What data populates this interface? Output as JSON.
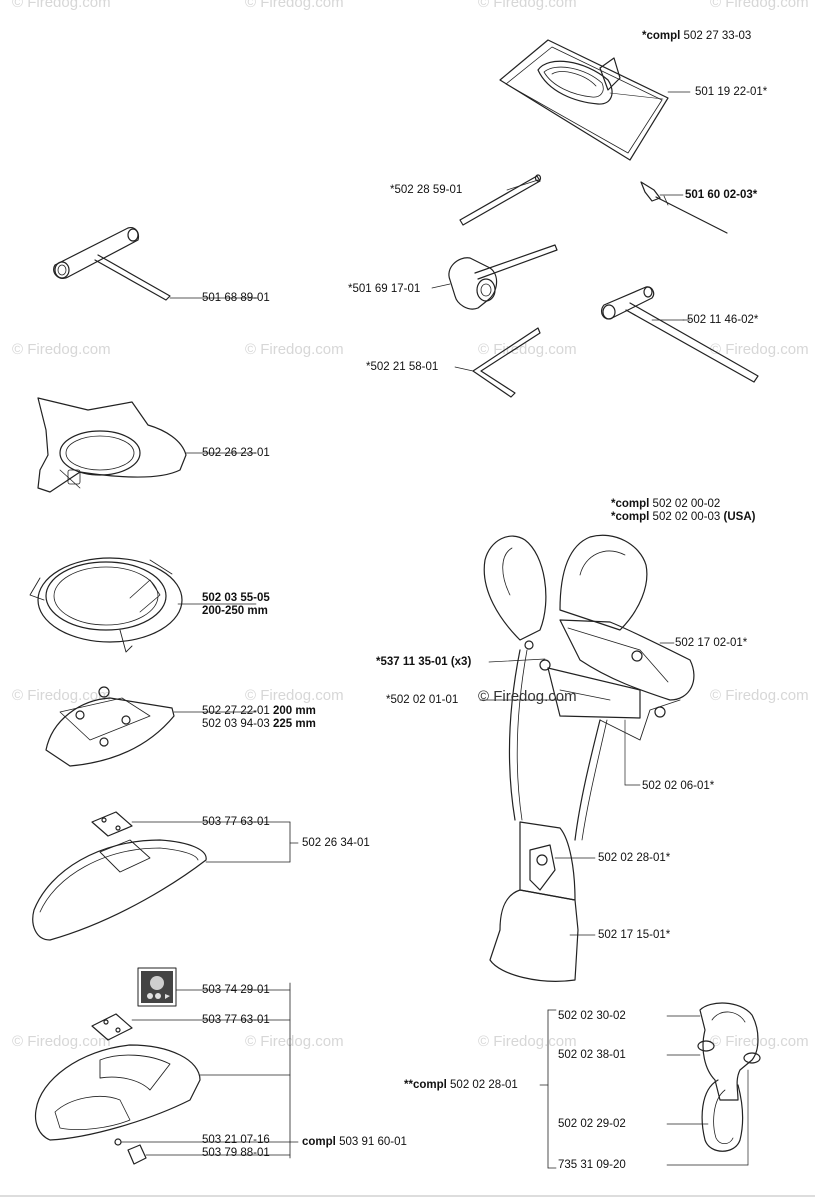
{
  "watermark": {
    "text": "© Firedog.com",
    "center_text": "© Firedog.com"
  },
  "labels": {
    "harness_bag_compl_prefix": "*compl",
    "harness_bag_compl_num": "502 27 33-03",
    "bag": "501 19 22-01*",
    "rod": "*502 28 59-01",
    "screwdriver": "501 60 02-03*",
    "wrench_small": "501 68 89-01",
    "wrench_socket": "*501 69 17-01",
    "wrench_t": "502 11 46-02*",
    "hex_key": "*502 21 58-01",
    "guard_plate": "502 26 23-01",
    "saw_blade_num": "502 03 55-05",
    "saw_blade_size": "200-250 mm",
    "saw_guard_1_num": "502 27 22-01",
    "saw_guard_1_size": "200 mm",
    "saw_guard_2_num": "502 03 94-03",
    "saw_guard_2_size": "225 mm",
    "trimmer_plate": "503 77 63-01",
    "trimmer_guard": "502 26 34-01",
    "decal": "503 74 29-01",
    "plate_2": "503 77 63-01",
    "knife": "503 21 07-16",
    "bracket": "503 79 88-01",
    "guard_kit_prefix": "compl",
    "guard_kit_num": "503 91 60-01",
    "harness_compl_1_prefix": "*compl",
    "harness_compl_1_num": "502 02 00-02",
    "harness_compl_2_prefix": "*compl",
    "harness_compl_2_num": "502 02 00-03",
    "harness_compl_2_suffix": "(USA)",
    "shoulder_strap": "502 17 02-01*",
    "buckle": "*537 11 35-01 (x3)",
    "harness_plate": "*502 02 01-01",
    "strap_clip": "502 02 06-01*",
    "hook": "502 02 28-01*",
    "hip_pad": "502 17 15-01*",
    "hook_kit_prefix": "**compl",
    "hook_kit_num": "502 02 28-01",
    "hook_part_1": "502 02 30-02",
    "hook_part_2": "502 02 38-01",
    "hook_part_3": "502 02 29-02",
    "hook_part_4": "735 31 09-20"
  }
}
